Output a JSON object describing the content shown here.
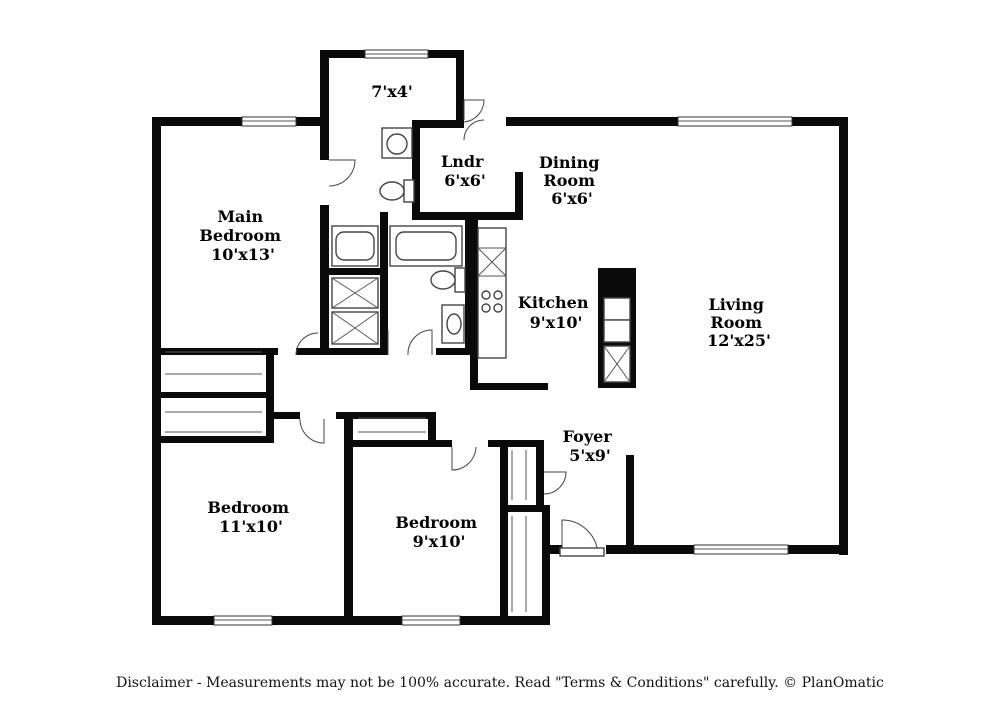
{
  "rooms": [
    {
      "id": "bath-small",
      "lines": [
        "7'x4'"
      ]
    },
    {
      "id": "main-bedroom",
      "lines": [
        "Main",
        "Bedroom",
        "10'x13'"
      ]
    },
    {
      "id": "laundry",
      "lines": [
        "Lndr",
        "6'x6'"
      ]
    },
    {
      "id": "dining-room",
      "lines": [
        "Dining",
        "Room",
        "6'x6'"
      ]
    },
    {
      "id": "kitchen",
      "lines": [
        "Kitchen",
        "9'x10'"
      ]
    },
    {
      "id": "living-room",
      "lines": [
        "Living",
        "Room",
        "12'x25'"
      ]
    },
    {
      "id": "foyer",
      "lines": [
        "Foyer",
        "5'x9'"
      ]
    },
    {
      "id": "bedroom-1",
      "lines": [
        "Bedroom",
        "11'x10'"
      ]
    },
    {
      "id": "bedroom-2",
      "lines": [
        "Bedroom",
        "9'x10'"
      ]
    }
  ],
  "disclaimer": "Disclaimer - Measurements may not be 100% accurate. Read \"Terms & Conditions\" carefully. © PlanOmatic"
}
